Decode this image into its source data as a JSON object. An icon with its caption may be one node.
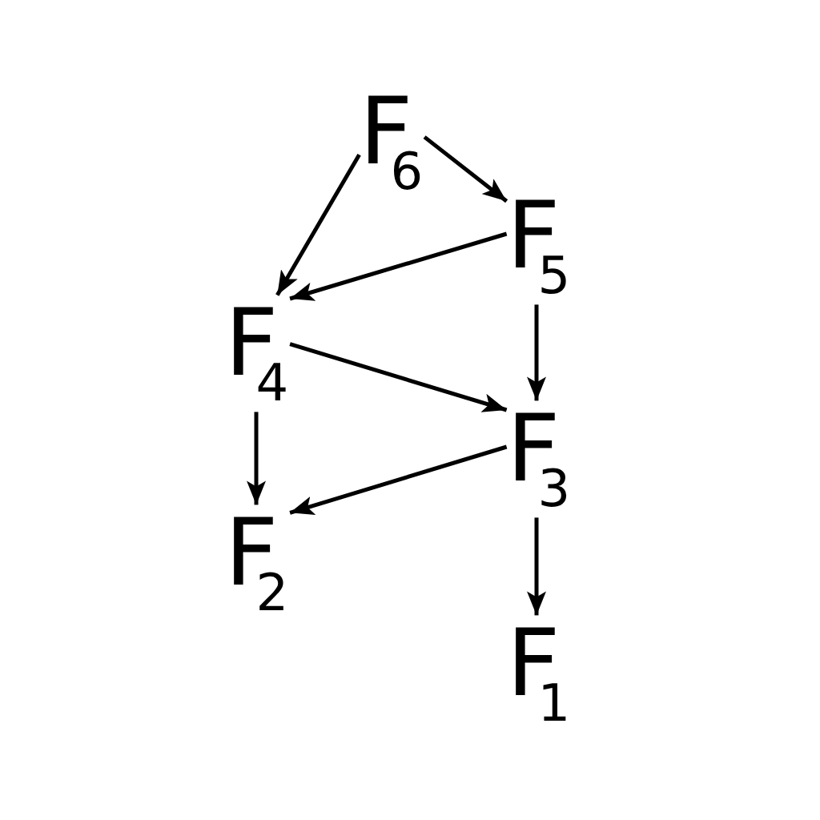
{
  "diagram": {
    "nodes": [
      {
        "text": [
          "F$_{6}$"
        ]
      },
      {
        "text": [
          "F$_{5}$"
        ]
      },
      {
        "text": [
          "F$_{4}$"
        ]
      },
      {
        "text": [
          "F$_{3}$"
        ]
      },
      {
        "text": [
          "F$_{2}$"
        ]
      },
      {
        "text": [
          "F$_{1}$"
        ]
      }
    ],
    "edges": [
      {
        "from": 0,
        "to": 2,
        "arrow": "to"
      },
      {
        "from": 0,
        "to": 1,
        "arrow": "to"
      },
      {
        "from": 1,
        "to": 2,
        "arrow": "to"
      },
      {
        "from": 1,
        "to": 3,
        "arrow": "to"
      },
      {
        "from": 2,
        "to": 3,
        "arrow": "to"
      },
      {
        "from": 2,
        "to": 4,
        "arrow": "to"
      },
      {
        "from": 3,
        "to": 4,
        "arrow": "to"
      },
      {
        "from": 3,
        "to": 5,
        "arrow": "to"
      }
    ]
  }
}
